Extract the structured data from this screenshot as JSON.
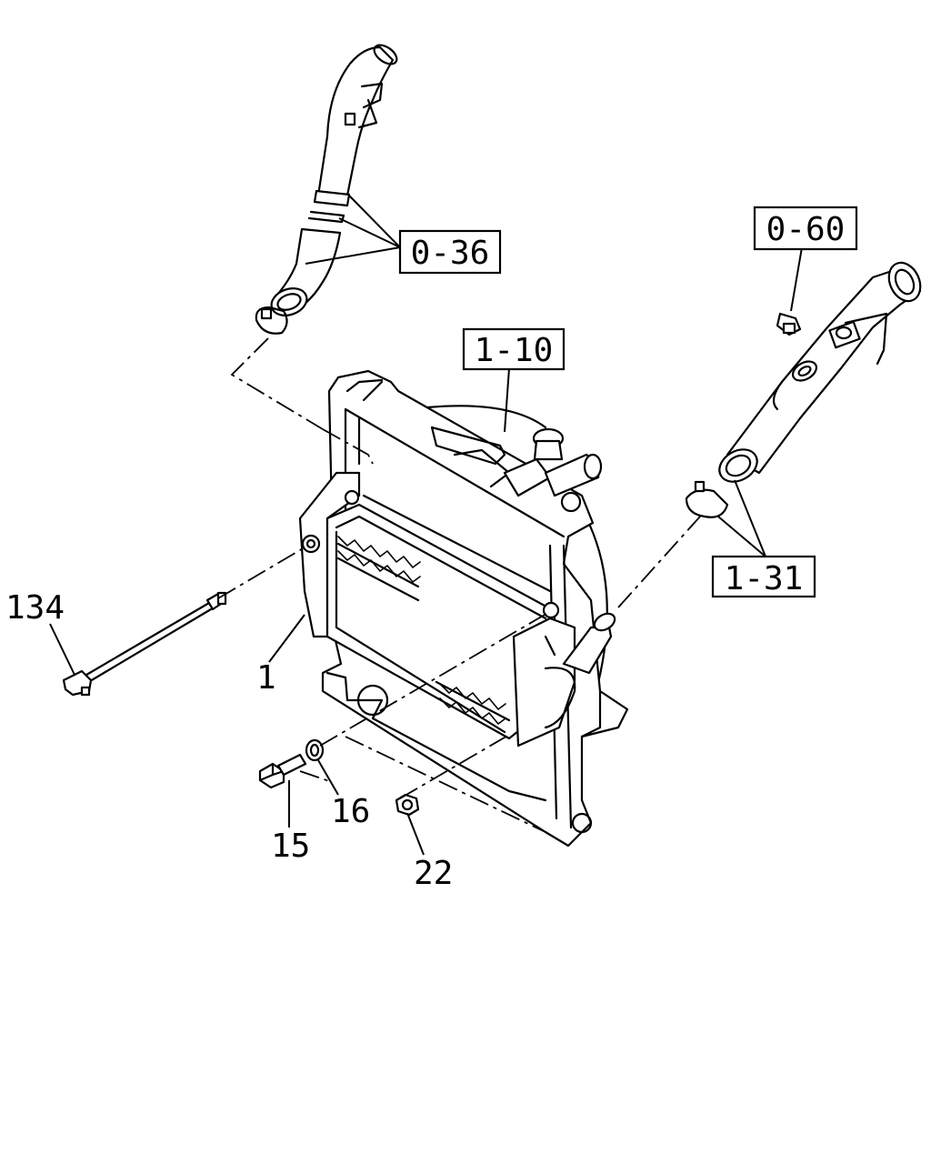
{
  "callouts": {
    "ref_0_36": "0-36",
    "ref_0_60": "0-60",
    "ref_1_10": "1-10",
    "ref_1_31": "1-31",
    "part_1": "1",
    "part_15": "15",
    "part_16": "16",
    "part_22": "22",
    "part_134": "134"
  }
}
